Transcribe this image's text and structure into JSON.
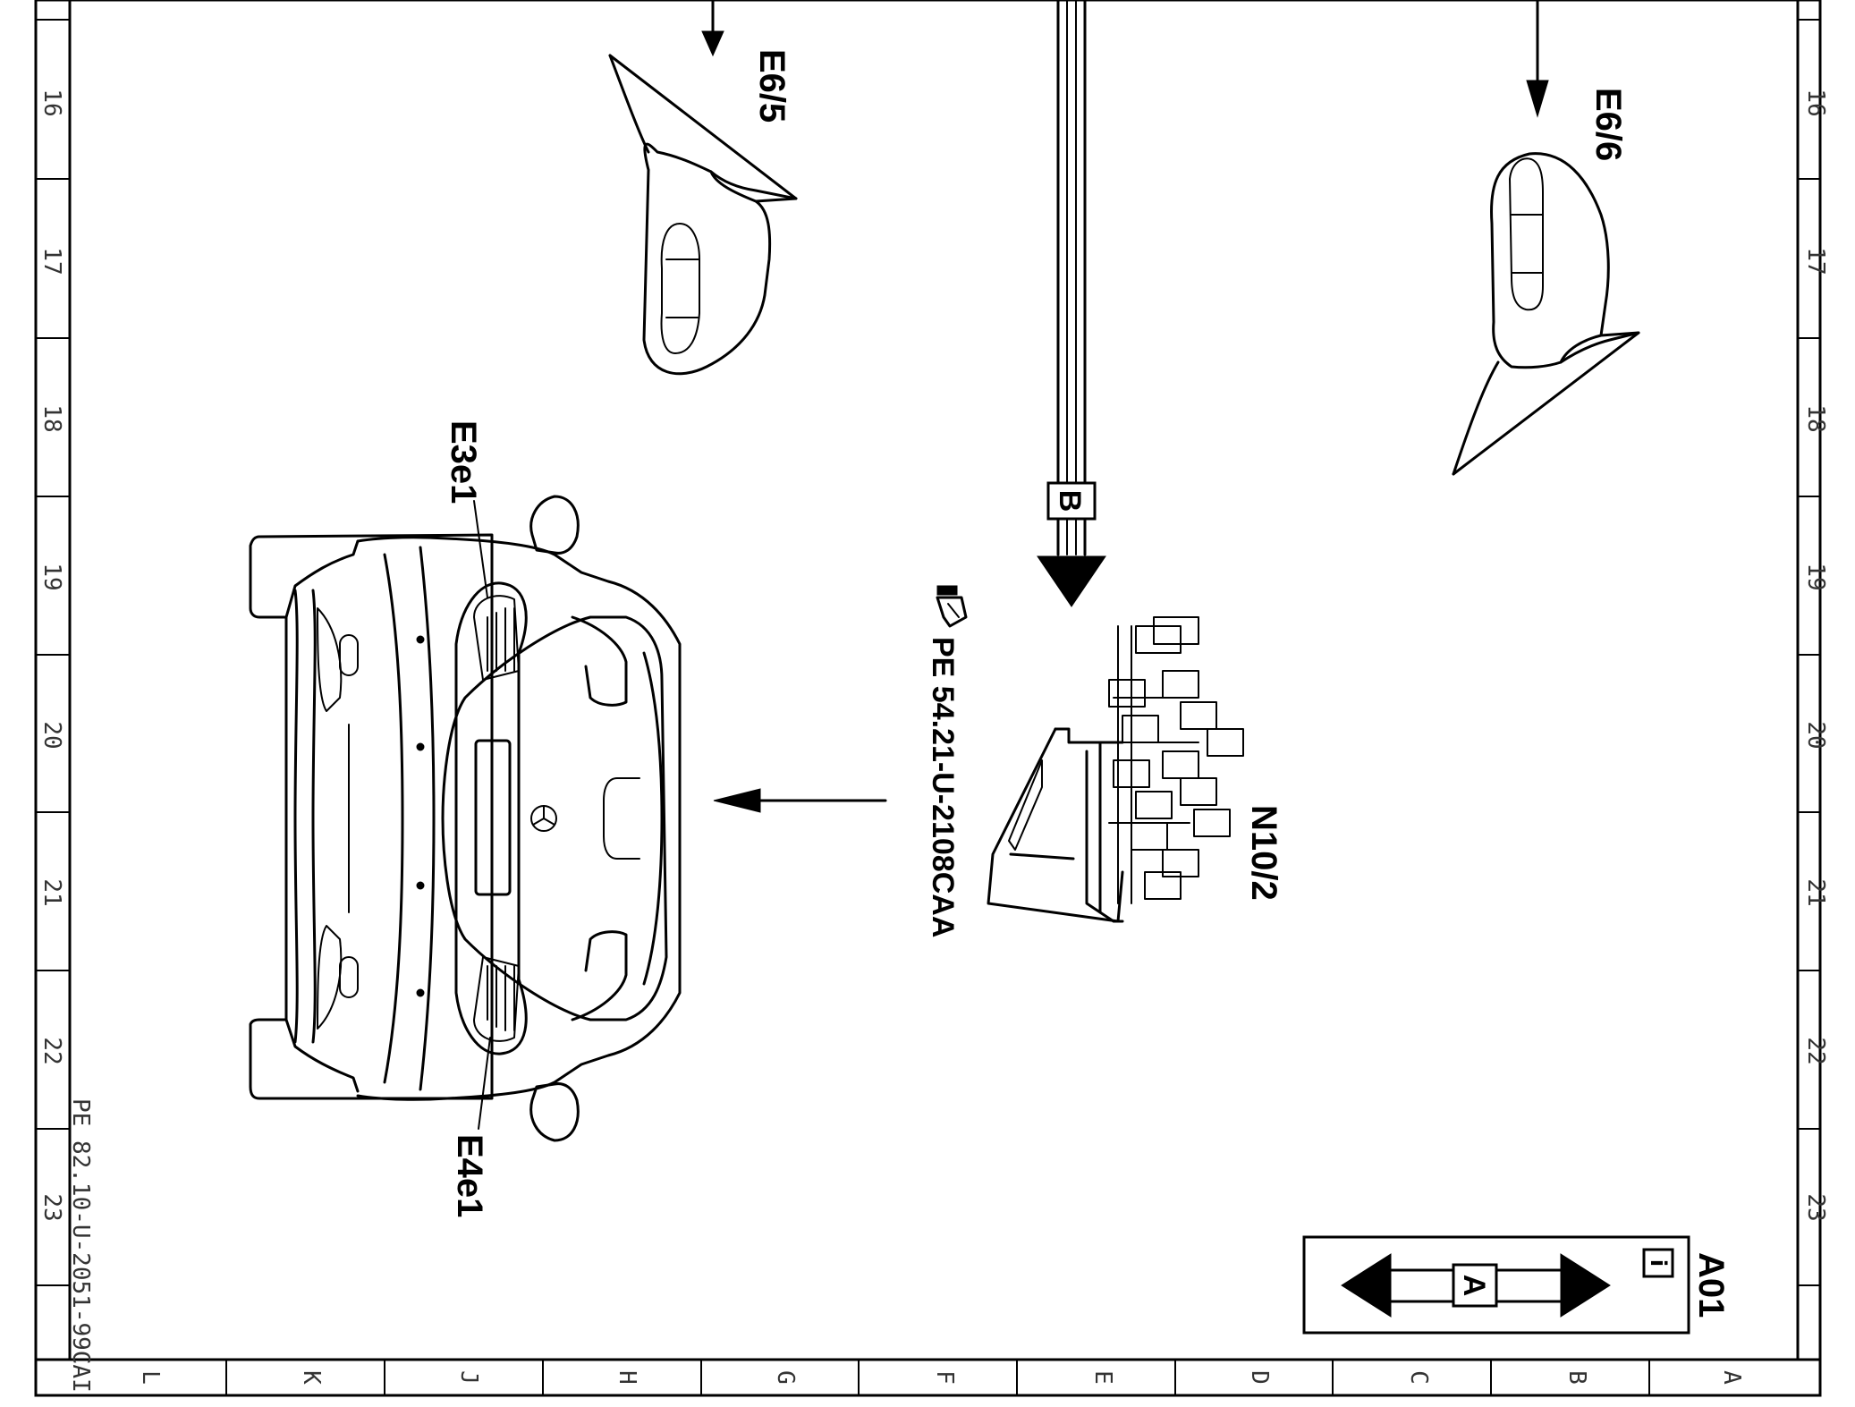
{
  "frame": {
    "row_labels": [
      "16",
      "17",
      "18",
      "19",
      "20",
      "21",
      "22",
      "23"
    ],
    "column_labels": [
      "L",
      "K",
      "J",
      "H",
      "G",
      "F",
      "E",
      "D",
      "C",
      "B",
      "A"
    ]
  },
  "components": {
    "mirror_left": "E6/5",
    "mirror_right": "E6/6",
    "module": "N10/2",
    "light_upper": "E3e1",
    "light_lower": "E4e1"
  },
  "connector": {
    "label": "B"
  },
  "references": {
    "module_ref": "PE 54.21-U-2108CAA",
    "document_id": "PE 82.10-U-2051-99CAI",
    "ref_icon": "pointing-hand-icon"
  },
  "legend": {
    "sheet_id": "A01",
    "info_icon": "i",
    "arrow_label": "A"
  },
  "colors": {
    "ink": "#000000",
    "paper": "#ffffff"
  }
}
